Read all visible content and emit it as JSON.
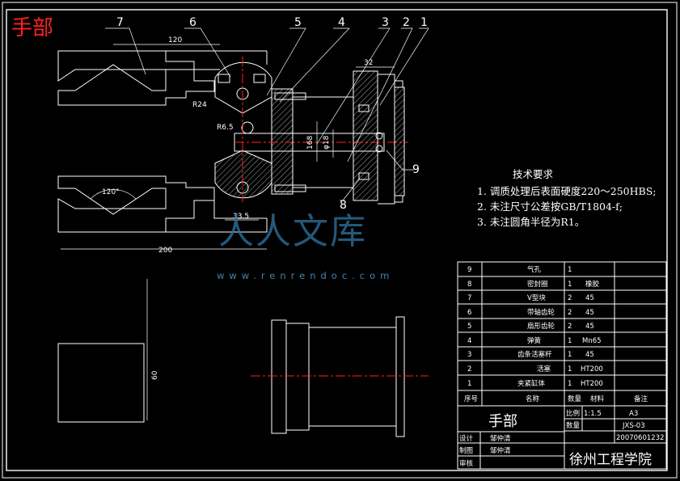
{
  "title_red": "手部",
  "balloons": [
    "7",
    "6",
    "5",
    "4",
    "3",
    "2",
    "1",
    "9",
    "8"
  ],
  "dims": {
    "d120": "120",
    "r24": "R24",
    "r65": "R6.5",
    "d32": "32",
    "d168": "168",
    "phi18": "φ18",
    "a120": "120°",
    "d335": "33.5",
    "d200": "200",
    "d60": "60"
  },
  "requirements": {
    "title": "技术要求",
    "items": [
      "1. 调质处理后表面硬度220～250HBS;",
      "2. 未注尺寸公差按GB/T1804-f;",
      "3. 未注圆角半径为R1。"
    ]
  },
  "watermark": {
    "text": "人人文库",
    "url": "www.renrendoc.com"
  },
  "parts_list": [
    {
      "no": "9",
      "name": "气孔",
      "qty": "1",
      "mat": ""
    },
    {
      "no": "8",
      "name": "密封圈",
      "qty": "1",
      "mat": "橡胶"
    },
    {
      "no": "7",
      "name": "V型块",
      "qty": "2",
      "mat": "45"
    },
    {
      "no": "6",
      "name": "带轴齿轮",
      "qty": "2",
      "mat": "45"
    },
    {
      "no": "5",
      "name": "扇形齿轮",
      "qty": "2",
      "mat": "45"
    },
    {
      "no": "4",
      "name": "弹簧",
      "qty": "1",
      "mat": "Mn65"
    },
    {
      "no": "3",
      "name": "齿条活塞杆",
      "qty": "1",
      "mat": "45"
    },
    {
      "no": "2",
      "name": "活塞",
      "qty": "1",
      "mat": "HT200"
    },
    {
      "no": "1",
      "name": "夹紧缸体",
      "qty": "1",
      "mat": "HT200"
    }
  ],
  "parts_header": {
    "no": "序号",
    "name": "名称",
    "qty": "数量",
    "mat": "材料",
    "note": "备注"
  },
  "title_block": {
    "drawing_name": "手部",
    "scale_label": "比例",
    "scale": "1:1.5",
    "qty_label": "数量",
    "size": "A3",
    "code": "JXS-03",
    "student_id": "20070601232",
    "design_label": "设计",
    "design_name": "邹仲清",
    "draw_label": "制图",
    "draw_name": "邹仲清",
    "review_label": "审核",
    "school": "徐州工程学院"
  }
}
